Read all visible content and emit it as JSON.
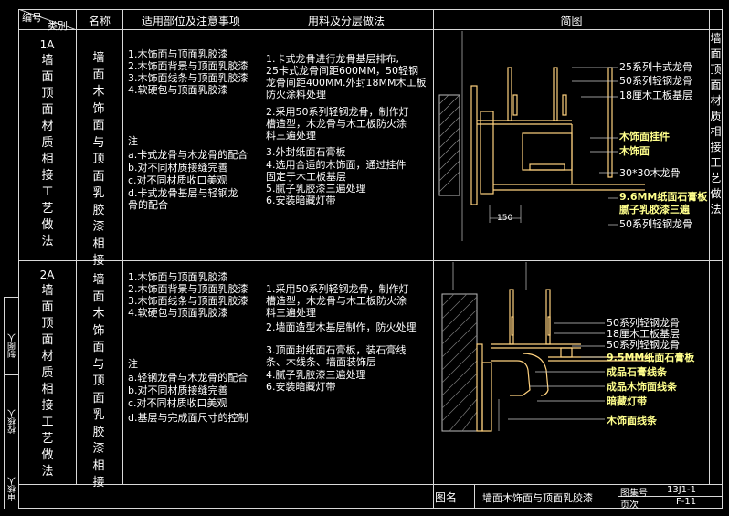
{
  "header": {
    "corner_top": "编号",
    "corner_bottom": "类别",
    "name": "名称",
    "scope": "适用部位及注意事项",
    "method": "用料及分层做法",
    "sketch": "简图"
  },
  "right_title": "墙面顶面材质相接工艺做法",
  "rows": [
    {
      "code": "1A",
      "category": "墙面顶面材质相接工艺做法",
      "name": "墙面木饰面与顶面乳胶漆相接",
      "scope_lines": [
        "1.木饰面与顶面乳胶漆",
        "2.木饰面背景与顶面乳胶漆",
        "3.木饰面线条与顶面乳胶漆",
        "4.软硬包与顶面乳胶漆"
      ],
      "note_title": "注",
      "note_lines": [
        "a.卡式龙骨与木龙骨的配合",
        "b.对不同材质接缝完善",
        "c.对不同材质收口美观",
        "d.卡式龙骨基层与轻钢龙",
        "  骨的配合"
      ],
      "method_lines": [
        "1.卡式龙骨进行龙骨基层排布,",
        "25卡式龙骨间距600MM，50轻钢",
        "龙骨间距400MM.外封18MM木工板",
        "防火涂料处理",
        "2.采用50系列轻钢龙骨，制作灯",
        "槽造型，木龙骨与木工板防火涂",
        "料三遍处理",
        "3.外封纸面石膏板",
        "4.选用合适的木饰面，通过挂件",
        "固定于木工板基层",
        "5.腻子乳胶漆三遍处理",
        "6.安装暗藏灯带"
      ],
      "sketch_labels": [
        "25系列卡式龙骨",
        "50系列轻钢龙骨",
        "18厘木工板基层",
        "木饰面挂件",
        "木饰面",
        "30*30木龙骨",
        "9.6MM纸面石膏板",
        "腻子乳胶漆三遍",
        "50系列轻钢龙骨"
      ],
      "dim": "150"
    },
    {
      "code": "2A",
      "category": "墙面顶面材质相接工艺做法",
      "name": "墙面木饰面与顶面乳胶漆相接",
      "scope_lines": [
        "1.木饰面与顶面乳胶漆",
        "2.木饰面背景与顶面乳胶漆",
        "3.木饰面线条与顶面乳胶漆",
        "4.软硬包与顶面乳胶漆"
      ],
      "note_title": "注",
      "note_lines": [
        "a.轻钢龙骨与木龙骨的配合",
        "b.对不同材质接缝完善",
        "c.对不同材质收口美观",
        "d.基层与完成面尺寸的控制"
      ],
      "method_lines": [
        "1.采用50系列轻钢龙骨，制作灯",
        "槽造型，木龙骨与木工板防火涂",
        "料三遍处理",
        "2.墙面造型木基层制作，防火处理",
        "3.顶面封纸面石膏板，装石膏线",
        "条、木线条、墙面装饰层",
        "4.腻子乳胶漆三遍处理",
        "6.安装暗藏灯带"
      ],
      "sketch_labels": [
        "50系列轻钢龙骨",
        "18厘木工板基层",
        "50系列轻钢龙骨",
        "9.5MM纸面石膏板",
        "成品石膏线条",
        "成品木饰面线条",
        "暗藏灯带",
        "木饰面线条"
      ]
    }
  ],
  "footer": {
    "fig_label": "图名",
    "fig_name": "墙面木饰面与顶面乳胶漆",
    "set_label": "图集号",
    "set_value": "13J1-1",
    "page_label": "页次",
    "page_value": "F-11"
  },
  "side_labels": [
    "制图人",
    "校核人",
    "审核人"
  ],
  "colors": {
    "yellow": "#ffff8c",
    "orange": "#ffd27f",
    "line": "#d9d9d9"
  }
}
